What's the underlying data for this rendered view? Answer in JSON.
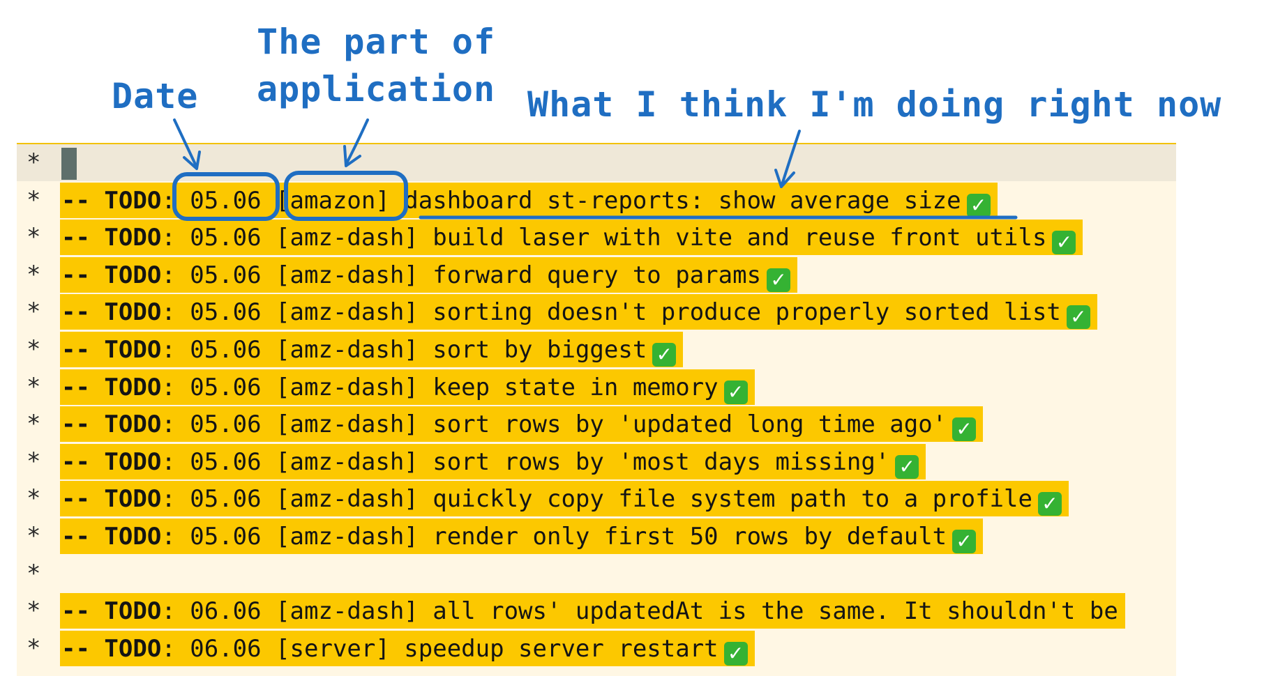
{
  "annotations": {
    "date": "Date",
    "app_part": "The part of\napplication",
    "doing": "What I think I'm doing right now"
  },
  "editor": {
    "bullet": "*",
    "check_icon": "white-check-mark-icon",
    "colors": {
      "highlight": "#fcc800",
      "background": "#fff7e4",
      "annotation": "#1f6ec2",
      "check": "#35b233"
    },
    "lines": [
      {
        "type": "empty"
      },
      {
        "type": "todo",
        "prefix": "-- ",
        "keyword": "TODO",
        "rest": ": 05.06 [amazon] dashboard st-reports: show average size",
        "done": true
      },
      {
        "type": "todo",
        "prefix": "-- ",
        "keyword": "TODO",
        "rest": ": 05.06 [amz-dash] build laser with vite and reuse front utils",
        "done": true
      },
      {
        "type": "todo",
        "prefix": "-- ",
        "keyword": "TODO",
        "rest": ": 05.06 [amz-dash] forward query to params",
        "done": true
      },
      {
        "type": "todo",
        "prefix": "-- ",
        "keyword": "TODO",
        "rest": ": 05.06 [amz-dash] sorting doesn't produce properly sorted list",
        "done": true
      },
      {
        "type": "todo",
        "prefix": "-- ",
        "keyword": "TODO",
        "rest": ": 05.06 [amz-dash] sort by biggest",
        "done": true
      },
      {
        "type": "todo",
        "prefix": "-- ",
        "keyword": "TODO",
        "rest": ": 05.06 [amz-dash] keep state in memory",
        "done": true
      },
      {
        "type": "todo",
        "prefix": "-- ",
        "keyword": "TODO",
        "rest": ": 05.06 [amz-dash] sort rows by 'updated long time ago'",
        "done": true
      },
      {
        "type": "todo",
        "prefix": "-- ",
        "keyword": "TODO",
        "rest": ": 05.06 [amz-dash] sort rows by 'most days missing'",
        "done": true
      },
      {
        "type": "todo",
        "prefix": "-- ",
        "keyword": "TODO",
        "rest": ": 05.06 [amz-dash] quickly copy file system path to a profile",
        "done": true
      },
      {
        "type": "todo",
        "prefix": "-- ",
        "keyword": "TODO",
        "rest": ": 05.06 [amz-dash] render only first 50 rows by default",
        "done": true
      },
      {
        "type": "empty"
      },
      {
        "type": "todo",
        "prefix": "-- ",
        "keyword": "TODO",
        "rest": ": 06.06 [amz-dash] all rows' updatedAt is the same. It shouldn't be",
        "done": false
      },
      {
        "type": "todo",
        "prefix": "-- ",
        "keyword": "TODO",
        "rest": ": 06.06 [server] speedup server restart",
        "done": true
      }
    ]
  }
}
